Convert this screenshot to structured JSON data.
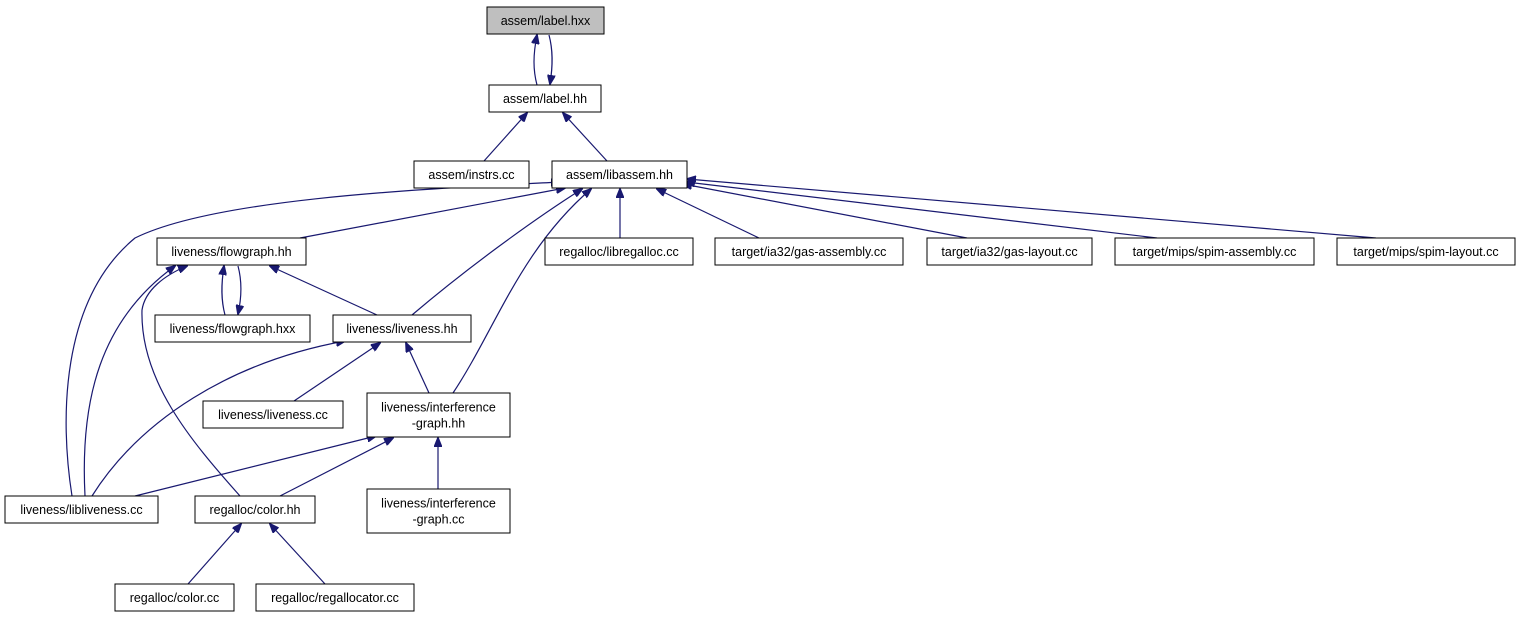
{
  "colors": {
    "edge": "#191970",
    "node_fill": "#ffffff",
    "root_fill": "#bfbfbf",
    "border": "#000000"
  },
  "nodes": {
    "label_hxx": {
      "lines": [
        "assem/label.hxx"
      ]
    },
    "label_hh": {
      "lines": [
        "assem/label.hh"
      ]
    },
    "instrs_cc": {
      "lines": [
        "assem/instrs.cc"
      ]
    },
    "libassem_hh": {
      "lines": [
        "assem/libassem.hh"
      ]
    },
    "flowgraph_hh": {
      "lines": [
        "liveness/flowgraph.hh"
      ]
    },
    "libregalloc_cc": {
      "lines": [
        "regalloc/libregalloc.cc"
      ]
    },
    "ia32_gas_assembly": {
      "lines": [
        "target/ia32/gas-assembly.cc"
      ]
    },
    "ia32_gas_layout": {
      "lines": [
        "target/ia32/gas-layout.cc"
      ]
    },
    "mips_spim_assembly": {
      "lines": [
        "target/mips/spim-assembly.cc"
      ]
    },
    "mips_spim_layout": {
      "lines": [
        "target/mips/spim-layout.cc"
      ]
    },
    "flowgraph_hxx": {
      "lines": [
        "liveness/flowgraph.hxx"
      ]
    },
    "liveness_hh": {
      "lines": [
        "liveness/liveness.hh"
      ]
    },
    "liveness_cc": {
      "lines": [
        "liveness/liveness.cc"
      ]
    },
    "interference_hh": {
      "lines": [
        "liveness/interference",
        "-graph.hh"
      ]
    },
    "libliveness_cc": {
      "lines": [
        "liveness/libliveness.cc"
      ]
    },
    "color_hh": {
      "lines": [
        "regalloc/color.hh"
      ]
    },
    "interference_cc": {
      "lines": [
        "liveness/interference",
        "-graph.cc"
      ]
    },
    "color_cc": {
      "lines": [
        "regalloc/color.cc"
      ]
    },
    "regallocator_cc": {
      "lines": [
        "regalloc/regallocator.cc"
      ]
    }
  },
  "edges": [
    [
      "label_hh",
      "label_hxx"
    ],
    [
      "label_hxx",
      "label_hh"
    ],
    [
      "instrs_cc",
      "label_hh"
    ],
    [
      "libassem_hh",
      "label_hh"
    ],
    [
      "flowgraph_hh",
      "libassem_hh"
    ],
    [
      "libregalloc_cc",
      "libassem_hh"
    ],
    [
      "ia32_gas_assembly",
      "libassem_hh"
    ],
    [
      "ia32_gas_layout",
      "libassem_hh"
    ],
    [
      "mips_spim_assembly",
      "libassem_hh"
    ],
    [
      "mips_spim_layout",
      "libassem_hh"
    ],
    [
      "liveness_hh",
      "libassem_hh"
    ],
    [
      "interference_hh",
      "libassem_hh"
    ],
    [
      "libliveness_cc",
      "libassem_hh"
    ],
    [
      "flowgraph_hxx",
      "flowgraph_hh"
    ],
    [
      "flowgraph_hh",
      "flowgraph_hxx"
    ],
    [
      "liveness_hh",
      "flowgraph_hh"
    ],
    [
      "libliveness_cc",
      "flowgraph_hh"
    ],
    [
      "color_hh",
      "flowgraph_hh"
    ],
    [
      "liveness_cc",
      "liveness_hh"
    ],
    [
      "interference_hh",
      "liveness_hh"
    ],
    [
      "libliveness_cc",
      "liveness_hh"
    ],
    [
      "interference_cc",
      "interference_hh"
    ],
    [
      "libliveness_cc",
      "interference_hh"
    ],
    [
      "color_hh",
      "interference_hh"
    ],
    [
      "color_cc",
      "color_hh"
    ],
    [
      "regallocator_cc",
      "color_hh"
    ]
  ]
}
